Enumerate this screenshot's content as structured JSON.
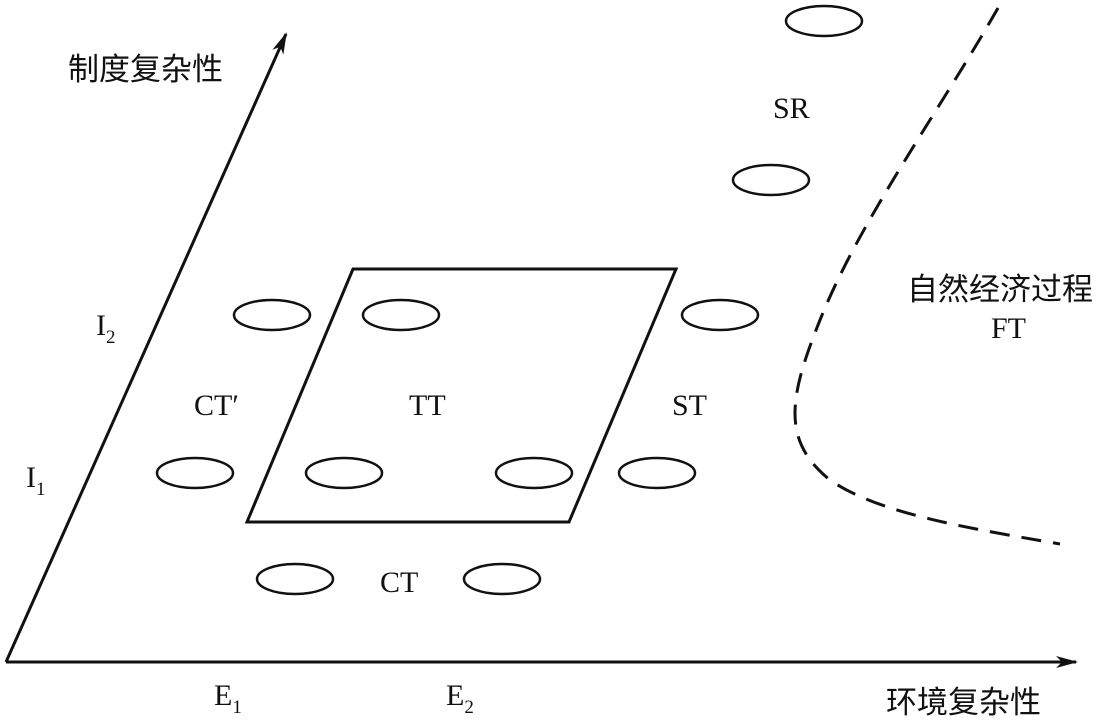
{
  "axes": {
    "y_title": "制度复杂性",
    "x_title": "环境复杂性",
    "y_ticks": [
      {
        "base": "I",
        "sub": "2"
      },
      {
        "base": "I",
        "sub": "1"
      }
    ],
    "x_ticks": [
      {
        "base": "E",
        "sub": "1"
      },
      {
        "base": "E",
        "sub": "2"
      }
    ]
  },
  "regions": {
    "sr": "SR",
    "ct_prime": "CT′",
    "tt": "TT",
    "st": "ST",
    "ct": "CT"
  },
  "natural_process": {
    "title": "自然经济过程",
    "abbr": "FT"
  }
}
